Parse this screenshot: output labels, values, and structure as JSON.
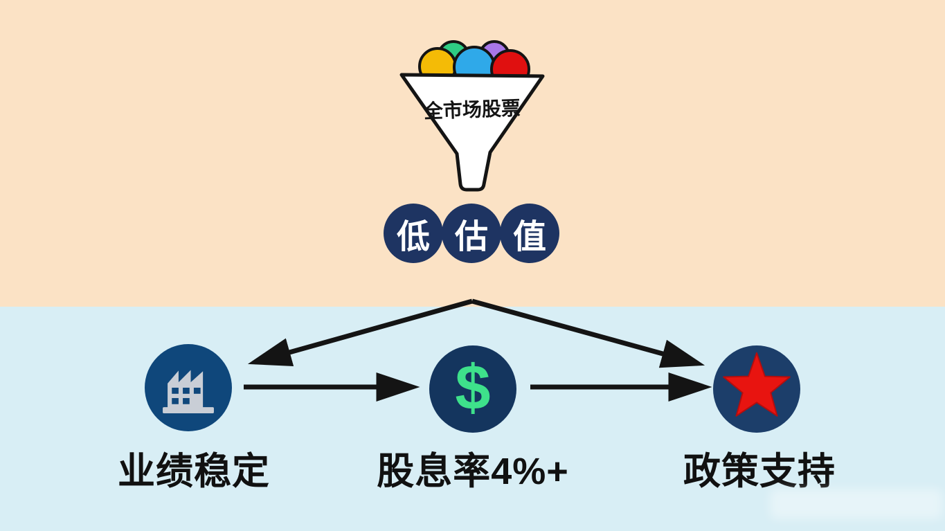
{
  "colors": {
    "top_bg": "#fbe2c5",
    "bottom_bg": "#d8eef5",
    "arrow": "#141414",
    "funnel_fill": "#ffffff",
    "outline": "#141414",
    "label_text": "#111111"
  },
  "funnel": {
    "label": "全市场股票",
    "ball_colors": [
      "#2ecc84",
      "#a877e8",
      "#f4bb06",
      "#2fa9e9",
      "#e01010"
    ],
    "ball_names": [
      "green-ball",
      "purple-ball",
      "yellow-ball",
      "blue-ball",
      "red-ball"
    ]
  },
  "filter": {
    "chars": [
      "低",
      "估",
      "值"
    ],
    "circle_color": "#1e3462",
    "text_color": "#ffffff"
  },
  "criteria": [
    {
      "icon": "factory-icon",
      "label": "业绩稳定",
      "circle_color": "#0f477b",
      "icon_color": "#c9ced6"
    },
    {
      "icon": "dollar-icon",
      "label": "股息率4%+",
      "circle_color": "#14355e",
      "symbol": "$",
      "symbol_color": "#3ee18b"
    },
    {
      "icon": "star-icon",
      "label": "政策支持",
      "circle_color": "#1c3e6a",
      "star_color": "#e81410"
    }
  ]
}
